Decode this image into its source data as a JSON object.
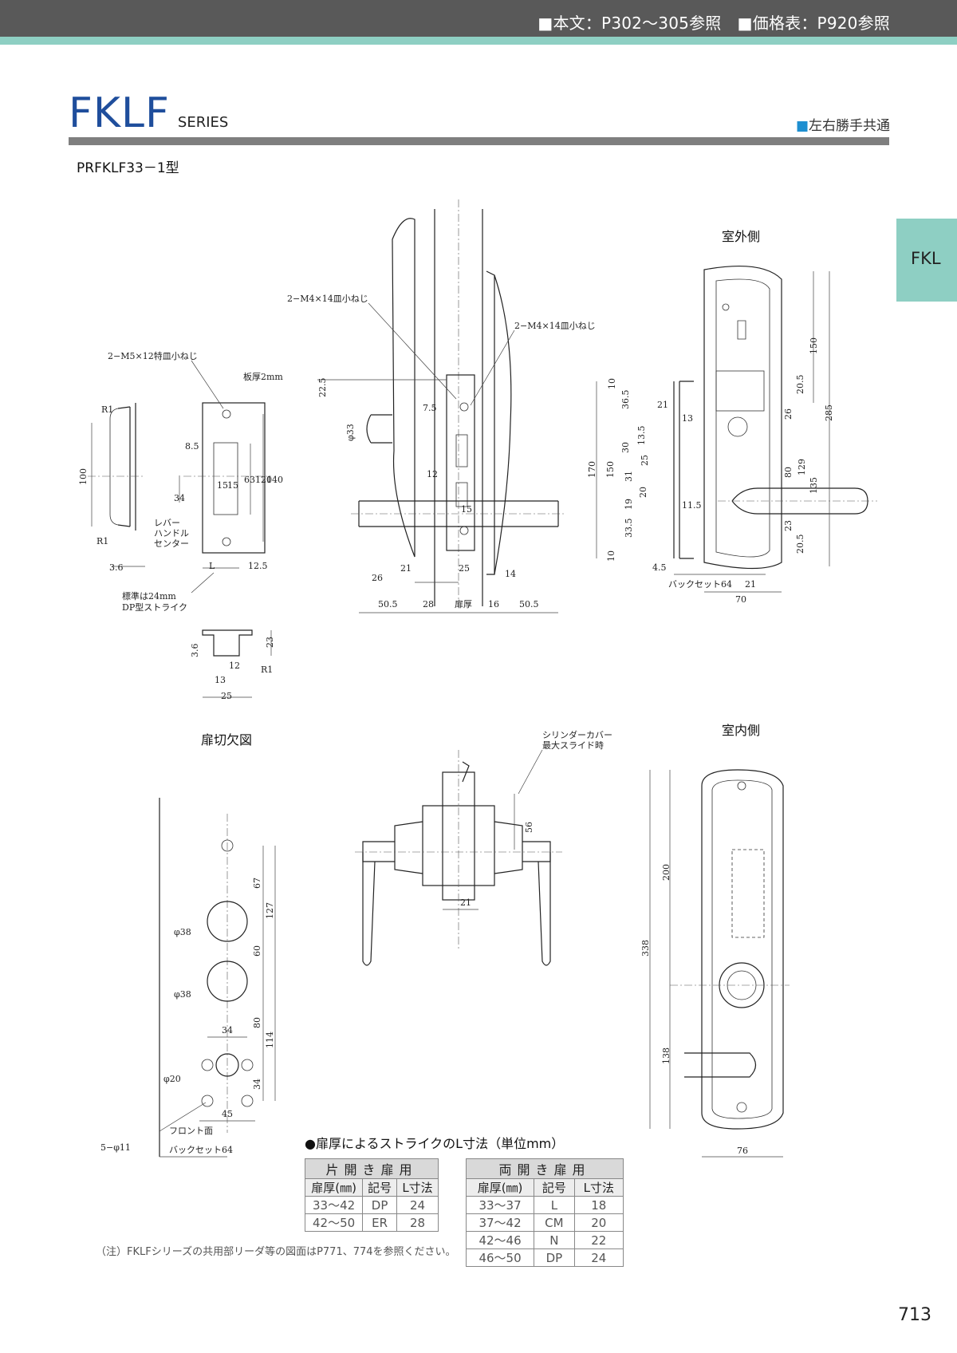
{
  "header": {
    "refs": "■本文：P302～305参照　■価格表：P920参照"
  },
  "series": {
    "name": "FKLF",
    "sub": "SERIES",
    "handed": "左右勝手共通",
    "handed_marker": "■"
  },
  "model": "PRFKLF33－1型",
  "side_tab": "FKL",
  "section_labels": {
    "outside": "室外側",
    "inside": "室内側",
    "cutout": "扉切欠図"
  },
  "callouts": {
    "screw_m4_a": "2−M4×14皿小ねじ",
    "screw_m4_b": "2−M4×14皿小ねじ",
    "screw_m5": "2−M5×12特皿小ねじ",
    "plate": "板厚2mm",
    "lever_center": [
      "レバー",
      "ハンドル",
      "センター"
    ],
    "strike_note": [
      "標準は24mm",
      "DP型ストライク"
    ],
    "cylinder_cover": [
      "シリンダーカバー",
      "最大スライド時"
    ],
    "front_face": "フロント面",
    "backset": "バックセット64",
    "holes_5": "5−φ11",
    "backset_70": "バックセット64",
    "door_thickness": "扉厚"
  },
  "dimensions": {
    "strike": [
      "R1",
      "R1",
      "100",
      "3.6",
      "8.5",
      "34",
      "63",
      "120",
      "140",
      "15",
      "15",
      "L",
      "12.5"
    ],
    "strike_small": [
      "3.6",
      "23",
      "12",
      "13",
      "25",
      "R1"
    ],
    "side": [
      "22.5",
      "7.5",
      "φ33",
      "12",
      "15",
      "26",
      "21",
      "25",
      "14",
      "50.5",
      "28",
      "16",
      "50.5"
    ],
    "outside": [
      "150",
      "285",
      "10",
      "36.5",
      "21",
      "13",
      "20.5",
      "26",
      "30",
      "13.5",
      "25",
      "31",
      "20",
      "19",
      "11.5",
      "80",
      "129",
      "135",
      "33.5",
      "23",
      "20.5",
      "10",
      "170",
      "150",
      "4.5",
      "64",
      "21",
      "70"
    ],
    "top": [
      "56",
      "21"
    ],
    "inside": [
      "200",
      "338",
      "138",
      "76"
    ],
    "cutout": [
      "67",
      "127",
      "60",
      "114",
      "80",
      "34",
      "34",
      "45",
      "φ38",
      "φ38",
      "φ20"
    ]
  },
  "table": {
    "title": "●扉厚によるストライクのL寸法（単位mm）",
    "single": {
      "group": "片開き扉用",
      "headers": [
        "扉厚(㎜)",
        "記号",
        "L寸法"
      ],
      "rows": [
        [
          "33～42",
          "DP",
          "24"
        ],
        [
          "42～50",
          "ER",
          "28"
        ]
      ]
    },
    "double": {
      "group": "両開き扉用",
      "headers": [
        "扉厚(㎜)",
        "記号",
        "L寸法"
      ],
      "rows": [
        [
          "33～37",
          "L",
          "18"
        ],
        [
          "37～42",
          "CM",
          "20"
        ],
        [
          "42～46",
          "N",
          "22"
        ],
        [
          "46～50",
          "DP",
          "24"
        ]
      ]
    }
  },
  "note": "（注）FKLFシリーズの共用部リーダ等の図面はP771、774を参照ください。",
  "page_number": "713"
}
